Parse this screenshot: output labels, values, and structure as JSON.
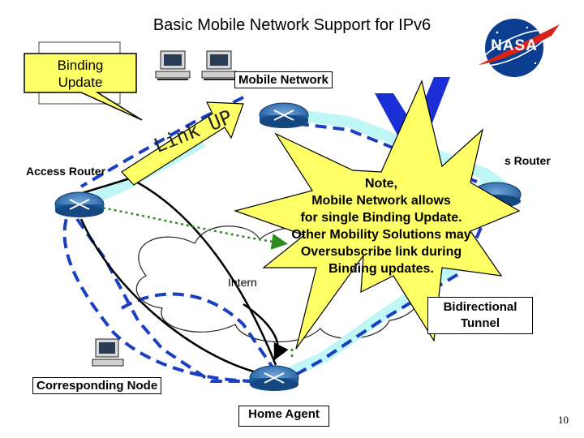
{
  "title": "Basic Mobile Network Support for IPv6",
  "logo_text": "NASA",
  "binding_update_callout": {
    "line1": "Binding",
    "line2": "Update"
  },
  "mobile_network_label": "Mobile Network",
  "access_router_left_label": "Access Router",
  "access_router_right_label_partial": "s Router",
  "link_up_text": "Link UP",
  "note_burst": {
    "line1": "Note,",
    "line2": "Mobile Network allows",
    "line3": "for single Binding Update.",
    "line4": "Other Mobility Solutions may",
    "line5": "Oversubscribe link during",
    "line6": "Binding updates."
  },
  "internet_label_partial": "Intern",
  "bidirectional_tunnel_label": {
    "line1": "Bidirectional",
    "line2": "Tunnel"
  },
  "corresponding_node_label": "Corresponding Node",
  "home_agent_label": "Home Agent",
  "page_number": "10",
  "colors": {
    "callout_yellow": "#ffff66",
    "router_blue": "#3a77b5",
    "tunnel_cyan": "#bff6f6",
    "dash_blue": "#1a3fc0",
    "nasa_blue": "#0b3d91",
    "nasa_red": "#d9241c",
    "check_blue": "#1c2ed6",
    "dotted_green": "#2e8b22"
  }
}
